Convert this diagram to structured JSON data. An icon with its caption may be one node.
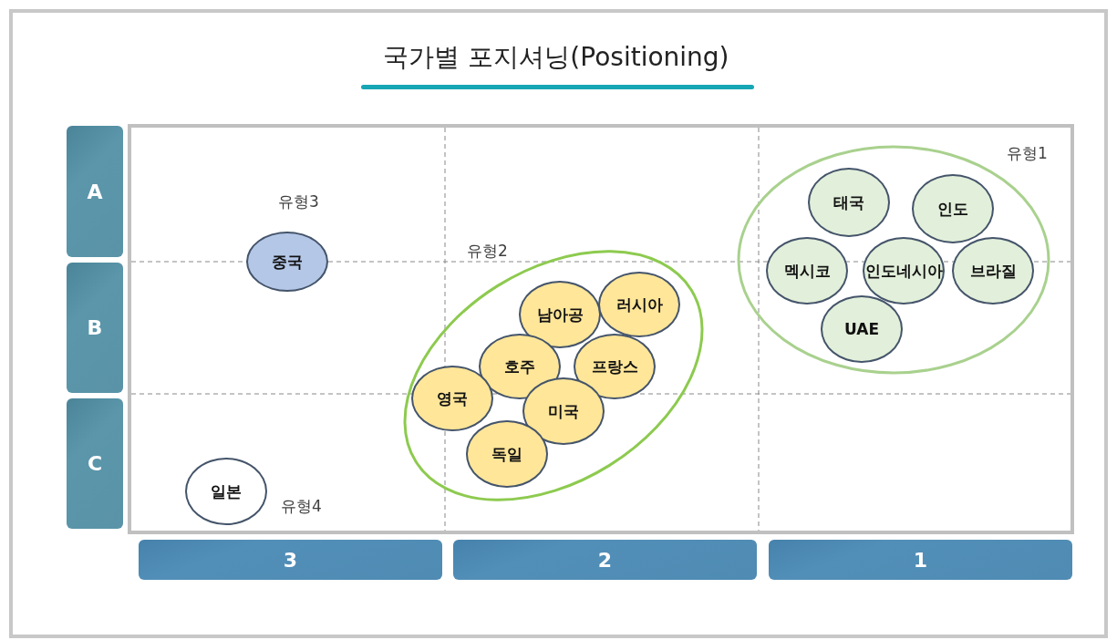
{
  "diagram": {
    "title": "국가별 포지셔닝(Positioning)",
    "nodes": [
      {
        "text": [
          "A"
        ]
      },
      {
        "text": [
          "B"
        ]
      },
      {
        "text": [
          "C"
        ]
      },
      {
        "text": [
          "유형1"
        ]
      },
      {
        "text": [
          "태국"
        ],
        "in": 3
      },
      {
        "text": [
          "인도"
        ],
        "in": 3
      },
      {
        "text": [
          "멕시코"
        ],
        "in": 3
      },
      {
        "text": [
          "인도네시아"
        ],
        "in": 3
      },
      {
        "text": [
          "브라질"
        ],
        "in": 3
      },
      {
        "text": [
          "UAE"
        ],
        "in": 3
      },
      {
        "text": [
          "중국"
        ],
        "beside": [
          "유형3"
        ]
      },
      {
        "text": [
          "유형2"
        ]
      },
      {
        "text": [
          "남아공"
        ],
        "in": 11
      },
      {
        "text": [
          "러시아"
        ],
        "in": 11
      },
      {
        "text": [
          "호주"
        ],
        "in": 11
      },
      {
        "text": [
          "프랑스"
        ],
        "in": 11
      },
      {
        "text": [
          "영국"
        ],
        "in": 11
      },
      {
        "text": [
          "미국"
        ],
        "in": 11
      },
      {
        "text": [
          "독일"
        ],
        "in": 11
      },
      {
        "text": [
          "일본"
        ],
        "beside": [
          "유형4"
        ]
      },
      {
        "text": [
          "3"
        ]
      },
      {
        "text": [
          "2"
        ]
      },
      {
        "text": [
          "1"
        ]
      }
    ]
  }
}
